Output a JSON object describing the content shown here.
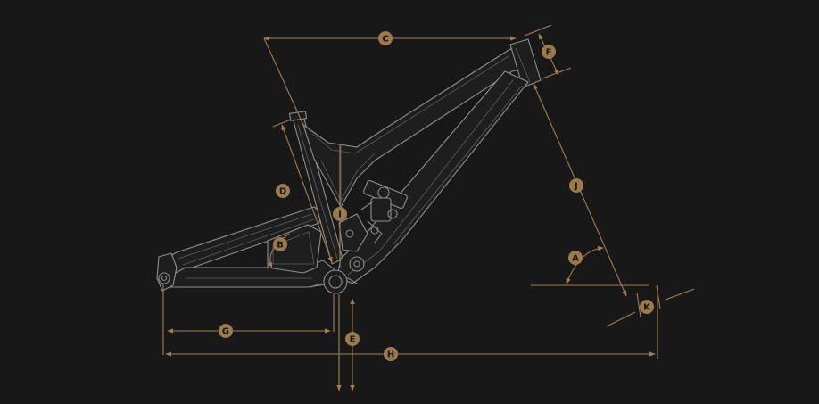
{
  "labels": {
    "A": "A",
    "B": "B",
    "C": "C",
    "D": "D",
    "E": "E",
    "F": "F",
    "G": "G",
    "H": "H",
    "I": "I",
    "J": "J",
    "K": "K"
  },
  "colors": {
    "background": "#181818",
    "accent": "#9b7a4e",
    "frame_line": "#8a8a8a"
  }
}
